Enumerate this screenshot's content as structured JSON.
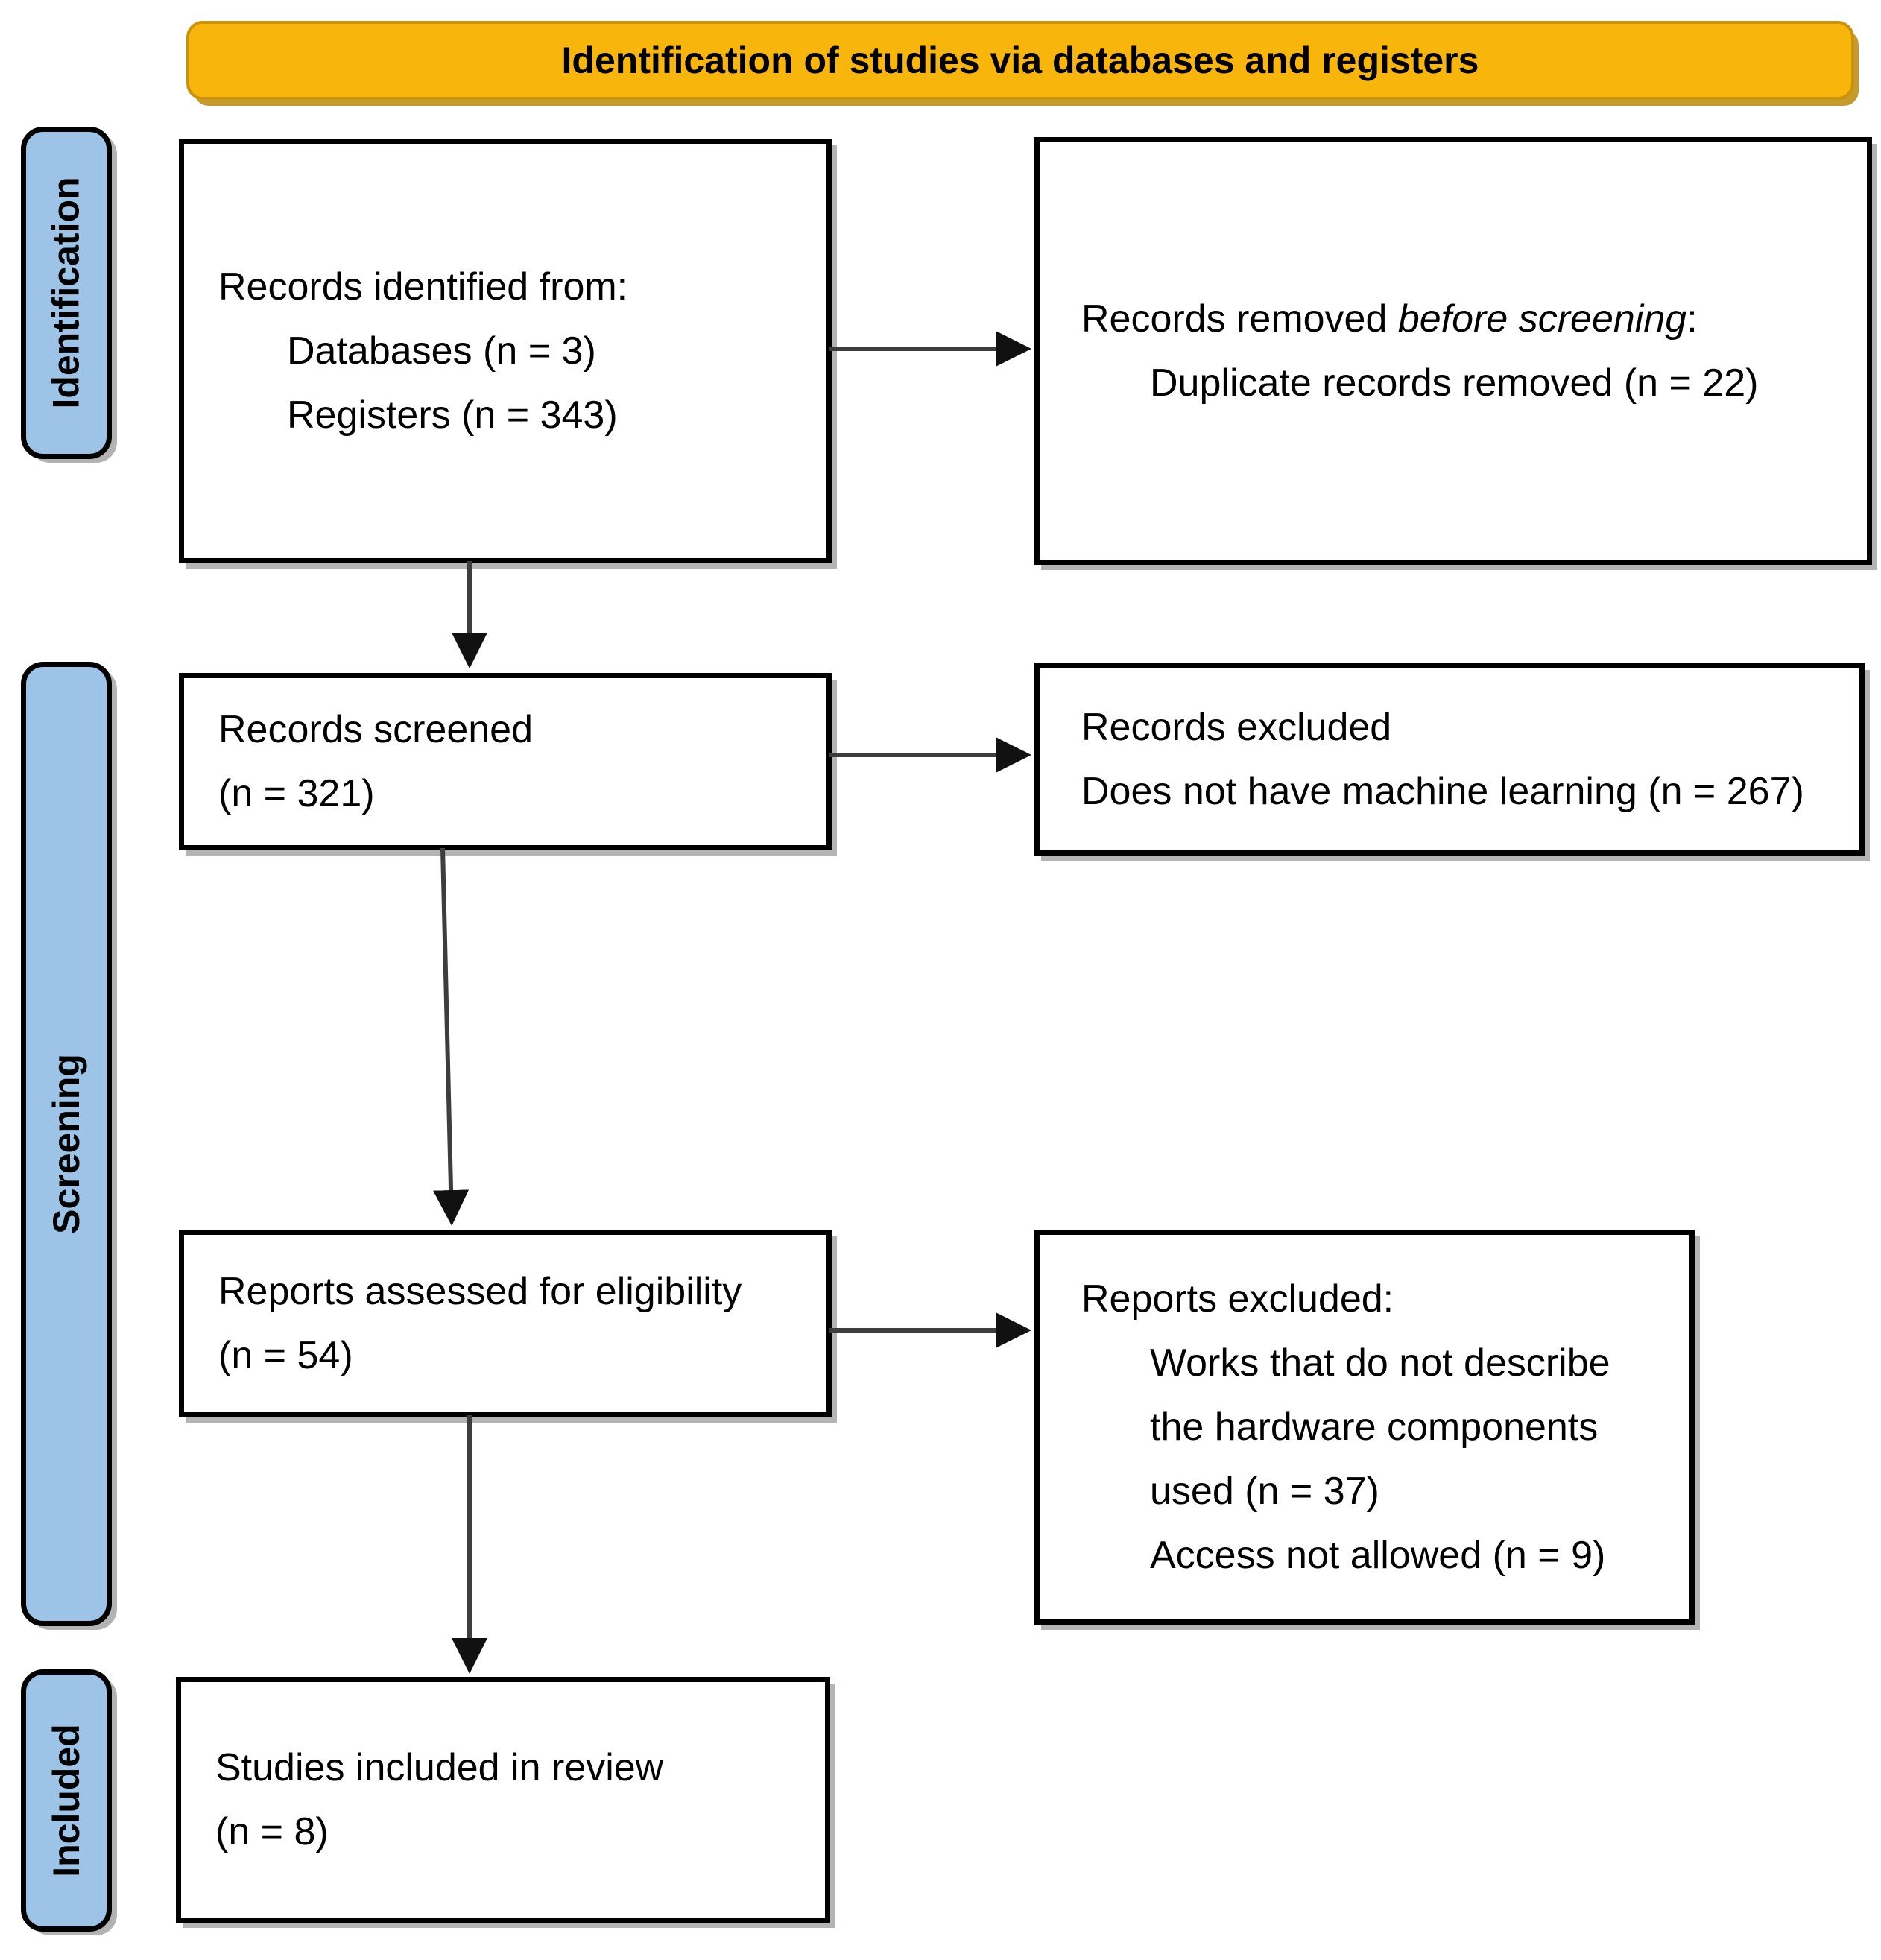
{
  "banner": {
    "title": "Identification of studies via databases and registers"
  },
  "stages": [
    {
      "label": "Identification"
    },
    {
      "label": "Screening"
    },
    {
      "label": "Included"
    }
  ],
  "boxes": {
    "identified": {
      "lines": [
        "Records identified from:",
        "Databases (n = 3)",
        "Registers (n = 343)"
      ]
    },
    "removed": {
      "prefix": "Records removed ",
      "italic": "before screening",
      "suffix": ":",
      "lines": [
        "Duplicate records removed (n = 22)"
      ]
    },
    "screened": {
      "lines": [
        "Records screened",
        "(n = 321)"
      ]
    },
    "records_excluded": {
      "lines": [
        "Records excluded",
        "Does not have machine learning (n = 267)"
      ]
    },
    "assessed": {
      "lines": [
        "Reports assessed for eligibility",
        "(n = 54)"
      ]
    },
    "reports_excluded": {
      "lines": [
        "Reports excluded:",
        "Works that do not describe",
        "the hardware components",
        "used (n = 37)",
        "Access not allowed (n = 9)"
      ]
    },
    "included": {
      "lines": [
        "Studies included in review",
        "(n = 8)"
      ]
    }
  },
  "colors": {
    "banner_bg": "#F8B60D",
    "banner_border": "#C9940C",
    "stage_bg": "#9DC3E6",
    "box_border": "#000000",
    "connector": "#3D3D3D",
    "shadow": "#B4B4B4",
    "text": "#000000"
  }
}
